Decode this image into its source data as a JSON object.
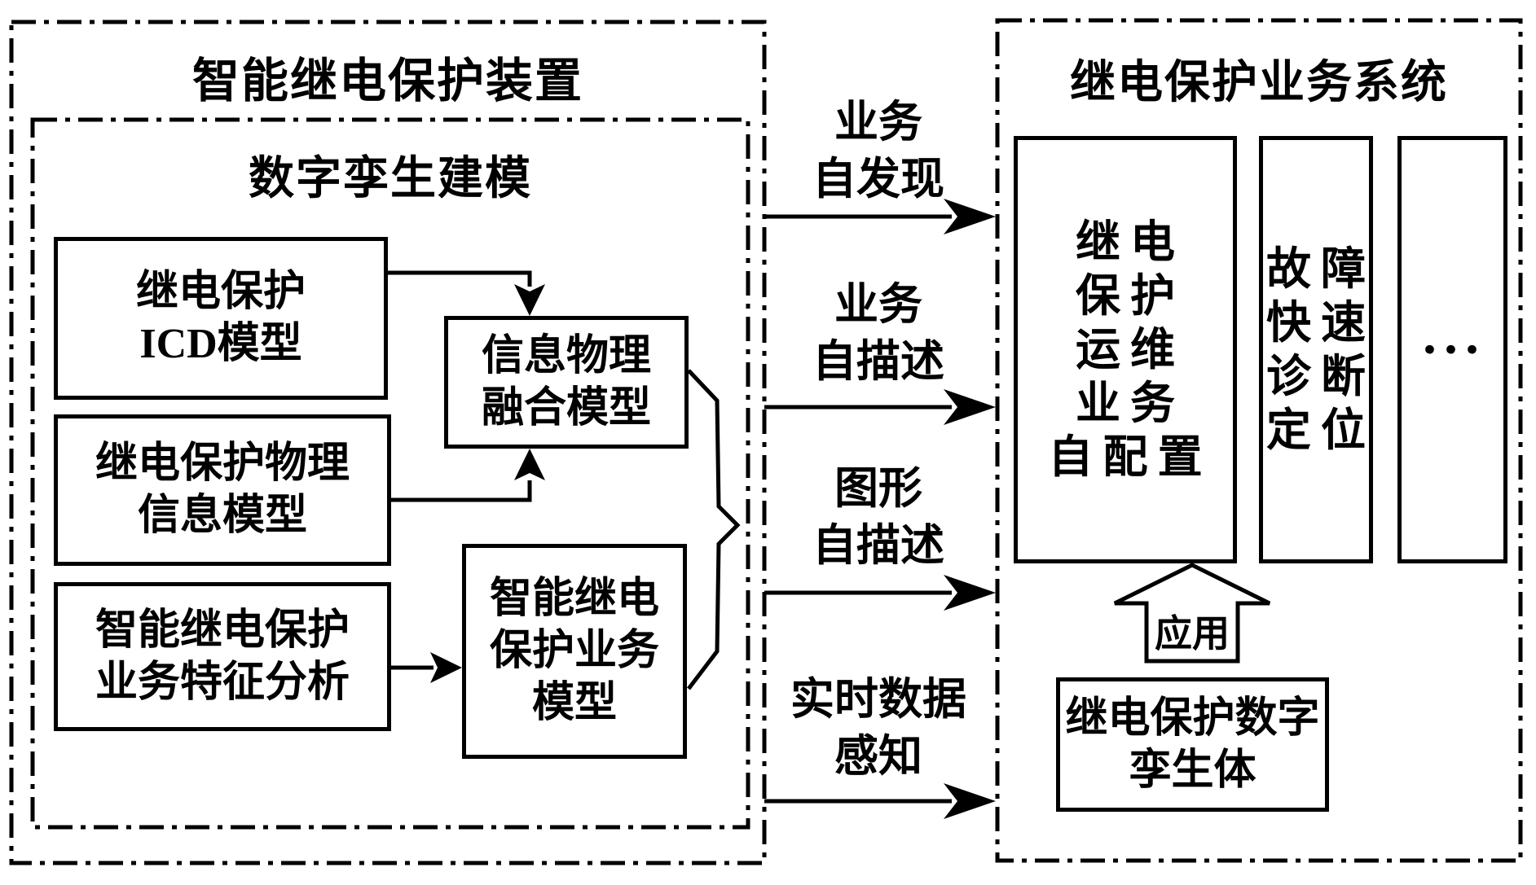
{
  "colors": {
    "ink": "#000000",
    "background": "#ffffff"
  },
  "diagram": {
    "left_panel": {
      "title": "智能继电保护装置",
      "inner_panel": {
        "title": "数字孪生建模",
        "boxes": {
          "icd": {
            "lines": [
              "继电保护",
              "ICD模型"
            ]
          },
          "physical": {
            "lines": [
              "继电保护物理",
              "信息模型"
            ]
          },
          "feature": {
            "lines": [
              "智能继电保护",
              "业务特征分析"
            ]
          },
          "fusion": {
            "lines": [
              "信息物理",
              "融合模型"
            ]
          },
          "business": {
            "lines": [
              "智能继电",
              "保护业务",
              "模型"
            ]
          }
        }
      }
    },
    "middle_arrows": [
      {
        "lines": [
          "业务",
          "自发现"
        ]
      },
      {
        "lines": [
          "业务",
          "自描述"
        ]
      },
      {
        "lines": [
          "图形",
          "自描述"
        ]
      },
      {
        "lines": [
          "实时数据",
          "感知"
        ]
      }
    ],
    "right_panel": {
      "title": "继电保护业务系统",
      "app_boxes": {
        "om_config": {
          "lines": [
            "继电",
            "保护",
            "运维",
            "业务",
            "自配置"
          ]
        },
        "fault_diag": {
          "lines": [
            "故障",
            "快速",
            "诊断",
            "定位"
          ]
        },
        "more": {
          "lines": [
            "···"
          ]
        }
      },
      "apply_arrow_label": "应用",
      "twin_box": {
        "lines": [
          "继电保护数字",
          "孪生体"
        ]
      }
    }
  }
}
